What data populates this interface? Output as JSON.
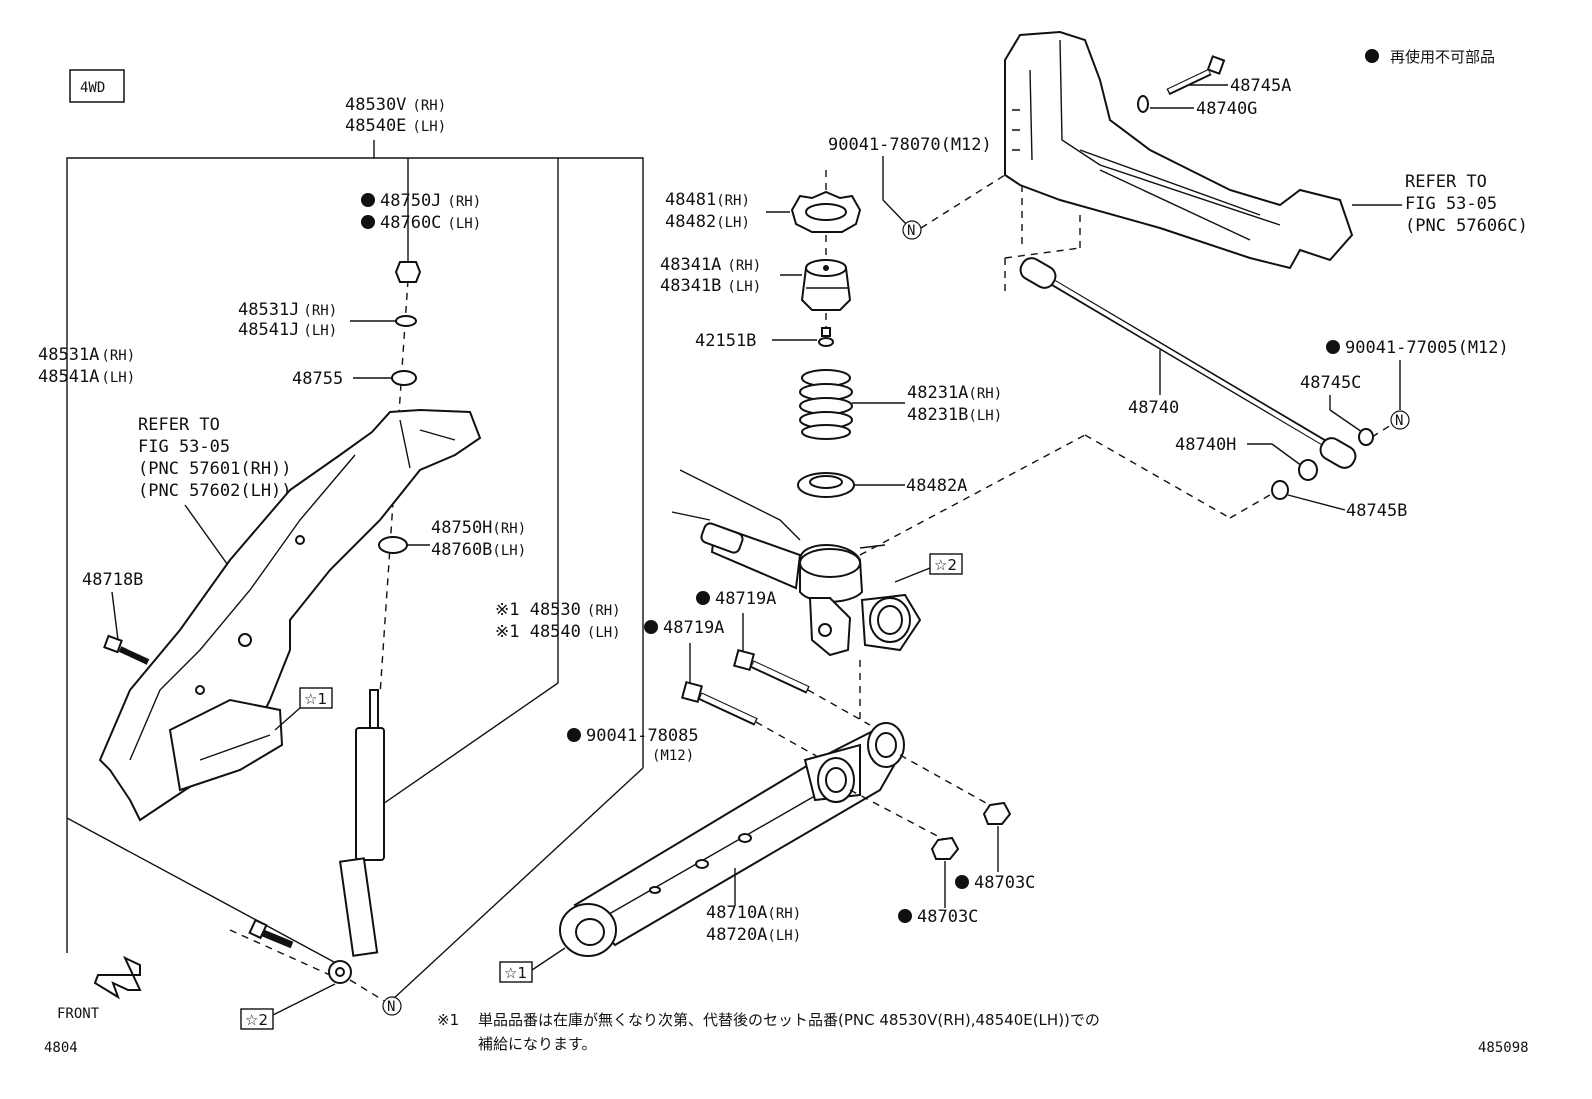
{
  "header": {
    "variant_box": "4WD",
    "legend_text": "再使用不可部品"
  },
  "footer": {
    "front_label": "FRONT",
    "page_left": "4804",
    "page_right": "485098",
    "note_mark": "※1",
    "note_line1": "単品品番は在庫が無くなり次第、代替後のセット品番(PNC 48530V(RH),48540E(LH))での",
    "note_line2": "補給になります。"
  },
  "refs": {
    "r1_line1": "REFER TO",
    "r1_line2": "FIG 53-05",
    "r1_line3": "(PNC 57601(RH))",
    "r1_line4": "(PNC 57602(LH))",
    "r2_line1": "REFER TO",
    "r2_line2": "FIG 53-05",
    "r2_line3": "(PNC 57606C)"
  },
  "markers": {
    "star1": "☆1",
    "star2": "☆2",
    "n": "N"
  },
  "parts": {
    "p48530V": "48530V",
    "p48540E": "48540E",
    "p48750J": "48750J",
    "p48760C": "48760C",
    "p48531J": "48531J",
    "p48541J": "48541J",
    "p48755": "48755",
    "p48531A": "48531A",
    "p48541A": "48541A",
    "p48750H": "48750H",
    "p48760B": "48760B",
    "p48718B": "48718B",
    "p48530": "※1 48530",
    "p48540": "※1 48540",
    "p90041_78085": "90041-78085",
    "m12_a": "(M12)",
    "p90041_78070": "90041-78070(M12)",
    "p48481": "48481",
    "p48482": "48482",
    "p48341A": "48341A",
    "p48341B": "48341B",
    "p42151B": "42151B",
    "p48231A": "48231A",
    "p48231B": "48231B",
    "p48482A": "48482A",
    "p48719A_1": "48719A",
    "p48719A_2": "48719A",
    "p48745A": "48745A",
    "p48740G": "48740G",
    "p48740": "48740",
    "p90041_77005": "90041-77005(M12)",
    "p48745C": "48745C",
    "p48740H": "48740H",
    "p48745B": "48745B",
    "p48710A": "48710A",
    "p48720A": "48720A",
    "p48703C_1": "48703C",
    "p48703C_2": "48703C",
    "rh": "(RH)",
    "lh": "(LH)"
  },
  "colors": {
    "ink": "#111111",
    "paper": "#ffffff"
  }
}
